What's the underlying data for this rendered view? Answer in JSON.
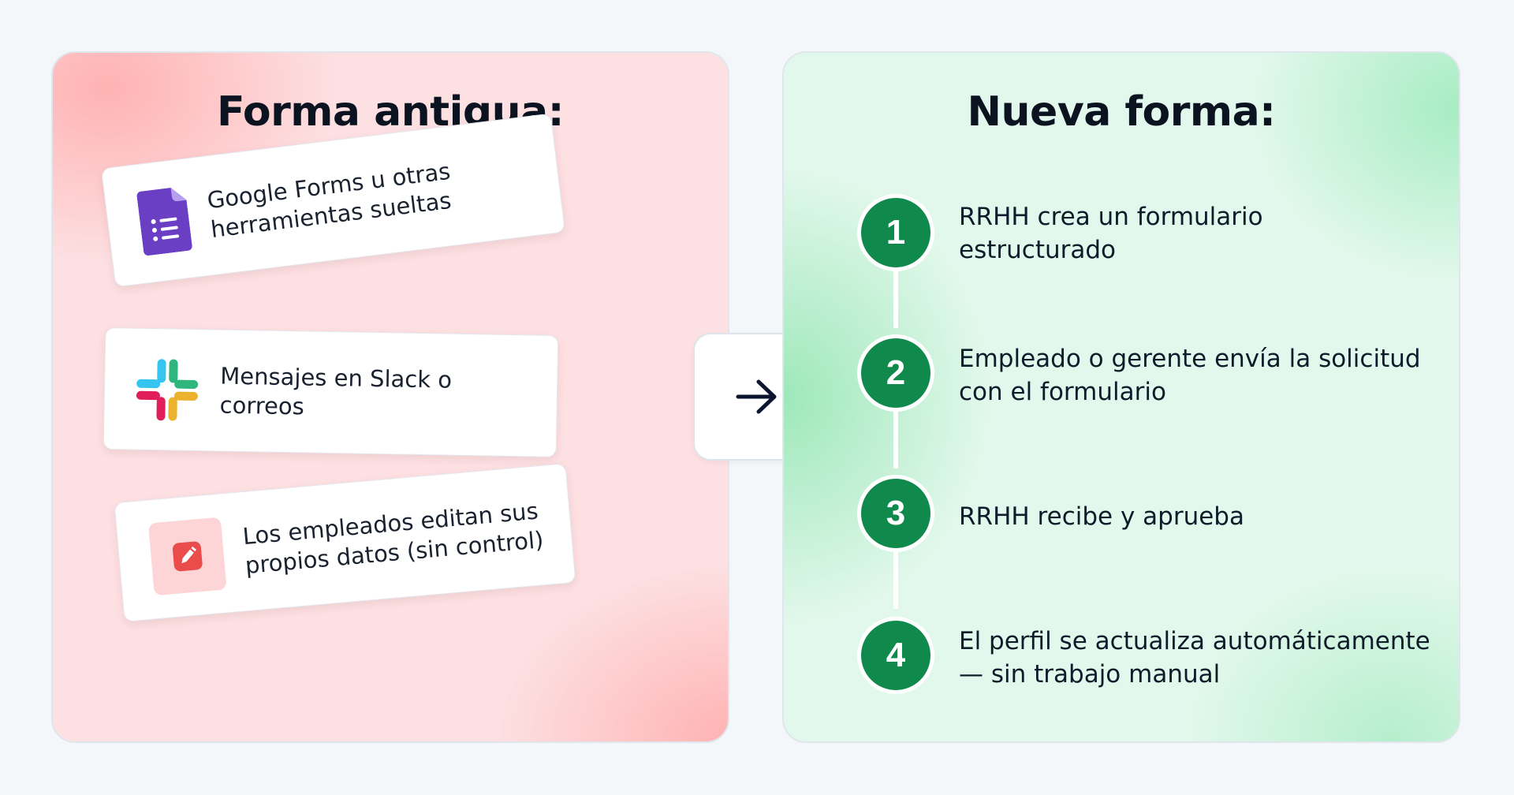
{
  "old_way": {
    "title": "Forma antigua:",
    "items": [
      {
        "icon": "google-forms-icon",
        "text": "Google Forms u otras\nherramientas sueltas"
      },
      {
        "icon": "slack-icon",
        "text": "Mensajes en Slack o\ncorreos"
      },
      {
        "icon": "edit-icon",
        "text": "Los empleados editan sus\npropios datos (sin control)"
      }
    ]
  },
  "transition": {
    "icon": "arrow-right-icon"
  },
  "new_way": {
    "title": "Nueva forma:",
    "steps": [
      {
        "number": "1",
        "text": "RRHH crea un formulario\nestructurado"
      },
      {
        "number": "2",
        "text": "Empleado o gerente envía la solicitud\ncon el formulario"
      },
      {
        "number": "3",
        "text": "RRHH recibe y aprueba"
      },
      {
        "number": "4",
        "text": "El perfil se actualiza automáticamente\n— sin trabajo manual"
      }
    ]
  },
  "colors": {
    "old_panel": "#fde0e2",
    "new_panel": "#e3f8ec",
    "step_circle": "#0f8a4c",
    "forms_purple": "#6a3fc4",
    "edit_red": "#ea4b4b"
  }
}
